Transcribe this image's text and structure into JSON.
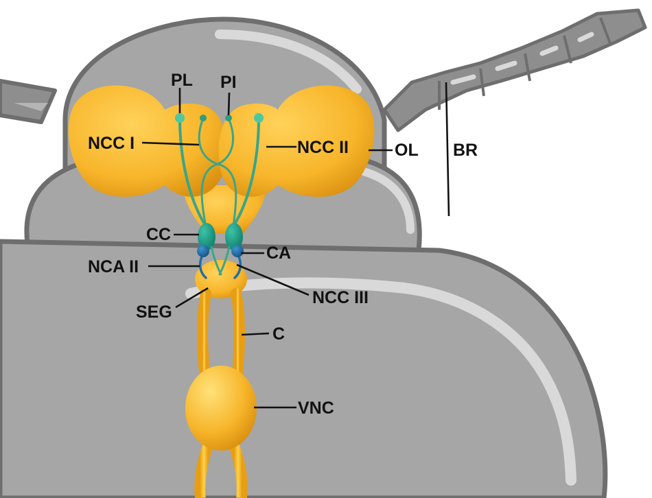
{
  "labels": {
    "pl": "PL",
    "pi": "PI",
    "ncc1": "NCC I",
    "ncc2": "NCC II",
    "ol": "OL",
    "br": "BR",
    "cc": "CC",
    "ca": "CA",
    "nca2": "NCA II",
    "ncc3": "NCC III",
    "seg": "SEG",
    "c": "C",
    "vnc": "VNC"
  },
  "colors": {
    "body_gray": "#a6a6a6",
    "outline_gray": "#6e6e6e",
    "highlight_gray": "#d9d9d9",
    "brain_yellow": "#f7b52a",
    "nerve_teal": "#3aa58a",
    "cc_teal": "#1a9a86",
    "ca_blue": "#1f6ea8",
    "text": "#111111"
  }
}
